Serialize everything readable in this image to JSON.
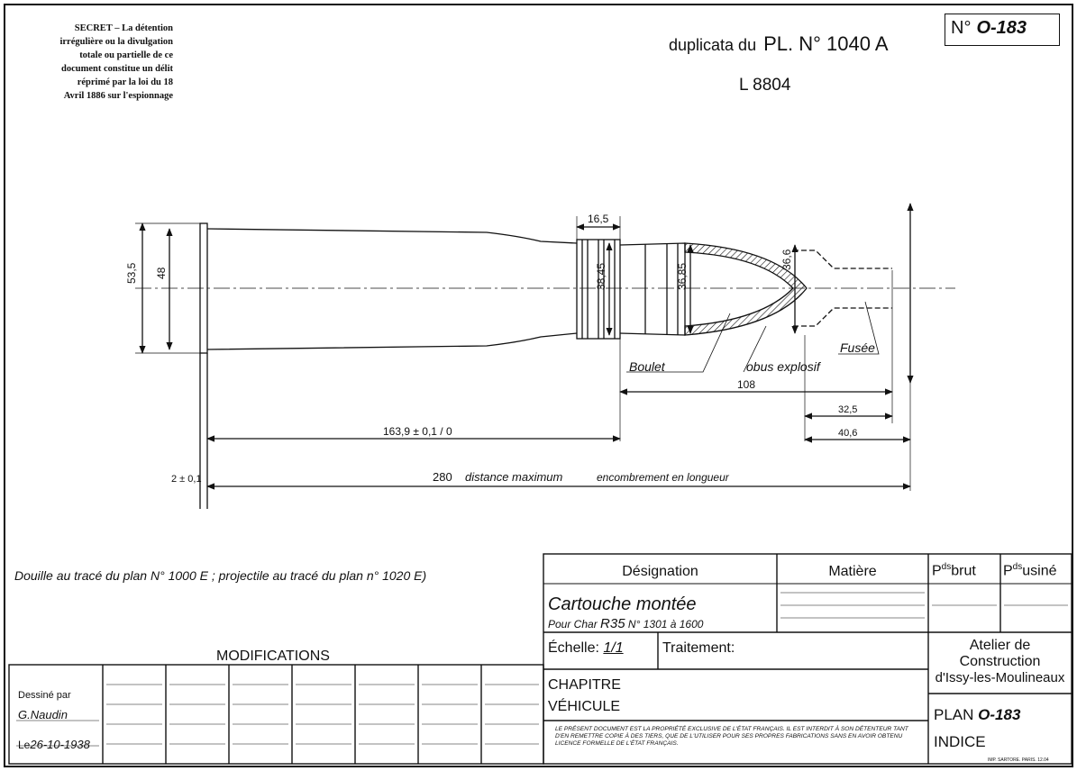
{
  "header": {
    "secret_notice": [
      "SECRET – La détention",
      "irrégulière ou la divulgation",
      "totale ou partielle de ce",
      "document constitue un délit",
      "réprimé par la loi du 18",
      "Avril 1886 sur l'espionnage"
    ],
    "number_label": "N°",
    "number_value": "O-183",
    "duplicata": "duplicata du",
    "plan_ref": "PL. N° 1040 A",
    "secondary_ref": "L 8804"
  },
  "drawing": {
    "dims": {
      "d535": "53,5",
      "d48": "48",
      "d165": "16,5",
      "d3845": "38,45",
      "d3685": "36,85",
      "d366": "36,6",
      "d108": "108",
      "d325": "32,5",
      "d406": "40,6",
      "d1639": "163,9 ± 0,1 / 0",
      "d2": "2 ± 0,1",
      "d280": "280"
    },
    "labels": {
      "boulet": "Boulet",
      "obus": "obus explosif",
      "fusee": "Fusée",
      "distance": "distance maximum",
      "encombrement": "encombrement en longueur"
    }
  },
  "note": "Douille au tracé du plan N° 1000 E ; projectile au tracé du plan n° 1020 E)",
  "title_block": {
    "modifications": "MODIFICATIONS",
    "dessine_par_label": "Dessiné par",
    "dessine_par": "G.Naudin",
    "le_label": "Le",
    "date": "26-10-1938",
    "designation_header": "Désignation",
    "matiere_header": "Matière",
    "pds_brut": "brut",
    "pds_usine": "usiné",
    "pds_prefix": "P",
    "pds_sup": "ds",
    "designation": "Cartouche montée",
    "designation_sub_pour": "Pour Char",
    "designation_sub_model": "R35",
    "designation_sub_range": "N° 1301 à 1600",
    "echelle_label": "Échelle:",
    "echelle_value": "1/1",
    "traitement_label": "Traitement:",
    "atelier_1": "Atelier de",
    "atelier_2": "Construction",
    "atelier_3": "d'Issy-les-Moulineaux",
    "chapitre": "CHAPITRE",
    "vehicule": "VÉHICULE",
    "plan_label": "PLAN",
    "plan_value": "O-183",
    "indice_label": "INDICE",
    "legal": "LE PRÉSENT DOCUMENT EST LA PROPRIÉTÉ EXCLUSIVE DE L'ÉTAT FRANÇAIS. IL EST INTERDIT À SON DÉTENTEUR TANT D'EN REMETTRE COPIE À DES TIERS, QUE DE L'UTILISER POUR SES PROPRES FABRICATIONS SANS EN AVOIR OBTENU LICENCE FORMELLE DE L'ÉTAT FRANÇAIS.",
    "printer": "IMP. SARTORE. PARIS. 12.04"
  }
}
